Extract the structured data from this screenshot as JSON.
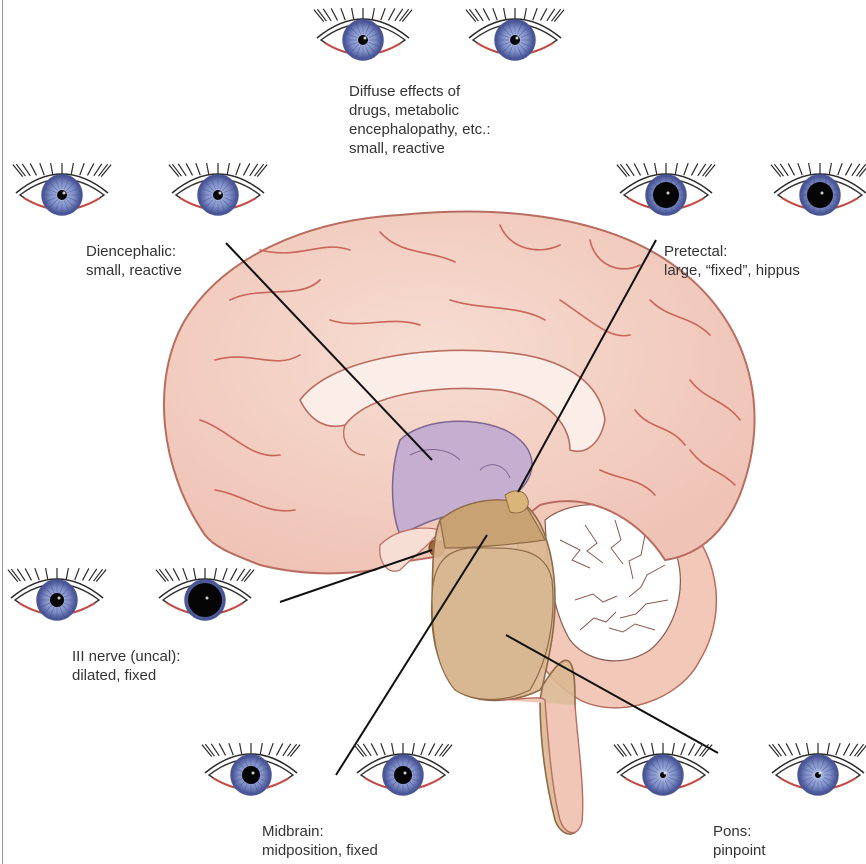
{
  "colors": {
    "iris": "#7f8fc8",
    "iris_dark": "#4a5697",
    "pupil": "#050505",
    "lash": "#2a2a2a",
    "lid": "#c64b45",
    "brain_fill": "#f3cdc1",
    "brain_line": "#c56b62",
    "diencephalon": "#c6aed0",
    "brainstem": "#d9b893",
    "cerebellum": "#f2c9b8",
    "pointer": "#111111"
  },
  "labels": {
    "diffuse": [
      "Diffuse effects of",
      "drugs, metabolic",
      "encephalopathy, etc.:",
      "small, reactive"
    ],
    "diencephalic": [
      "Diencephalic:",
      "small, reactive"
    ],
    "pretectal": [
      "Pretectal:",
      "large, “fixed”, hippus"
    ],
    "third_nerve": [
      "III nerve (uncal):",
      "dilated, fixed"
    ],
    "midbrain": [
      "Midbrain:",
      "midposition, fixed"
    ],
    "pons": [
      "Pons:",
      "pinpoint"
    ]
  },
  "eye_pairs": [
    {
      "name": "diffuse",
      "pupils": [
        "small",
        "small"
      ]
    },
    {
      "name": "diencephalic",
      "pupils": [
        "small",
        "small"
      ]
    },
    {
      "name": "pretectal",
      "pupils": [
        "large",
        "large"
      ]
    },
    {
      "name": "third-nerve",
      "pupils": [
        "normal",
        "dilated"
      ]
    },
    {
      "name": "midbrain",
      "pupils": [
        "midposition",
        "midposition"
      ]
    },
    {
      "name": "pons",
      "pupils": [
        "pinpoint",
        "pinpoint"
      ]
    }
  ]
}
